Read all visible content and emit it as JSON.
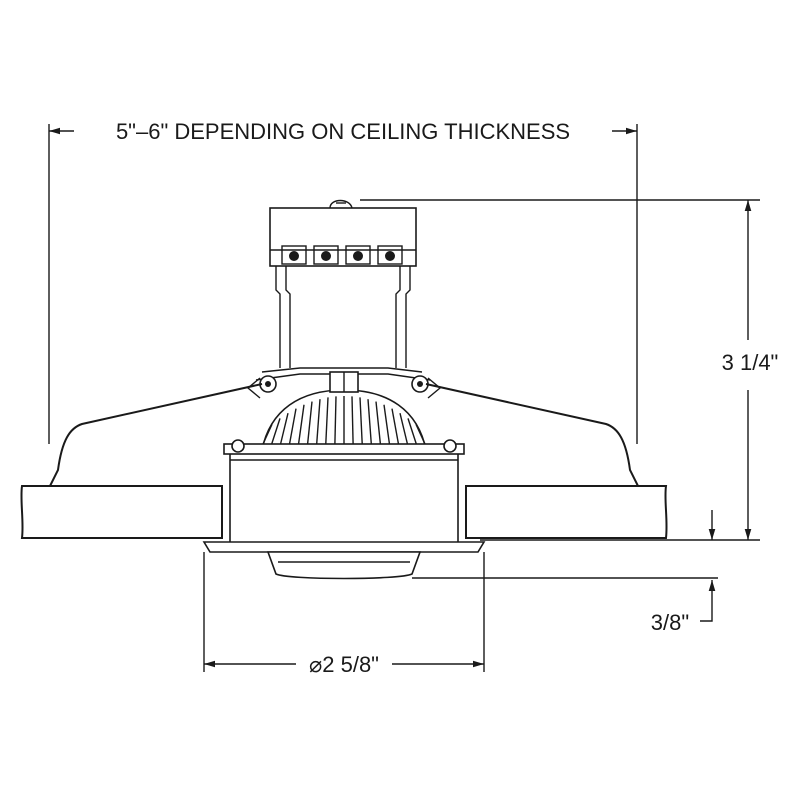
{
  "dimensions": {
    "ceiling_span": "5\"–6\" DEPENDING ON CEILING THICKNESS",
    "height": "3 1/4\"",
    "trim_projection": "3/8\"",
    "diameter": "⌀2 5/8\""
  }
}
